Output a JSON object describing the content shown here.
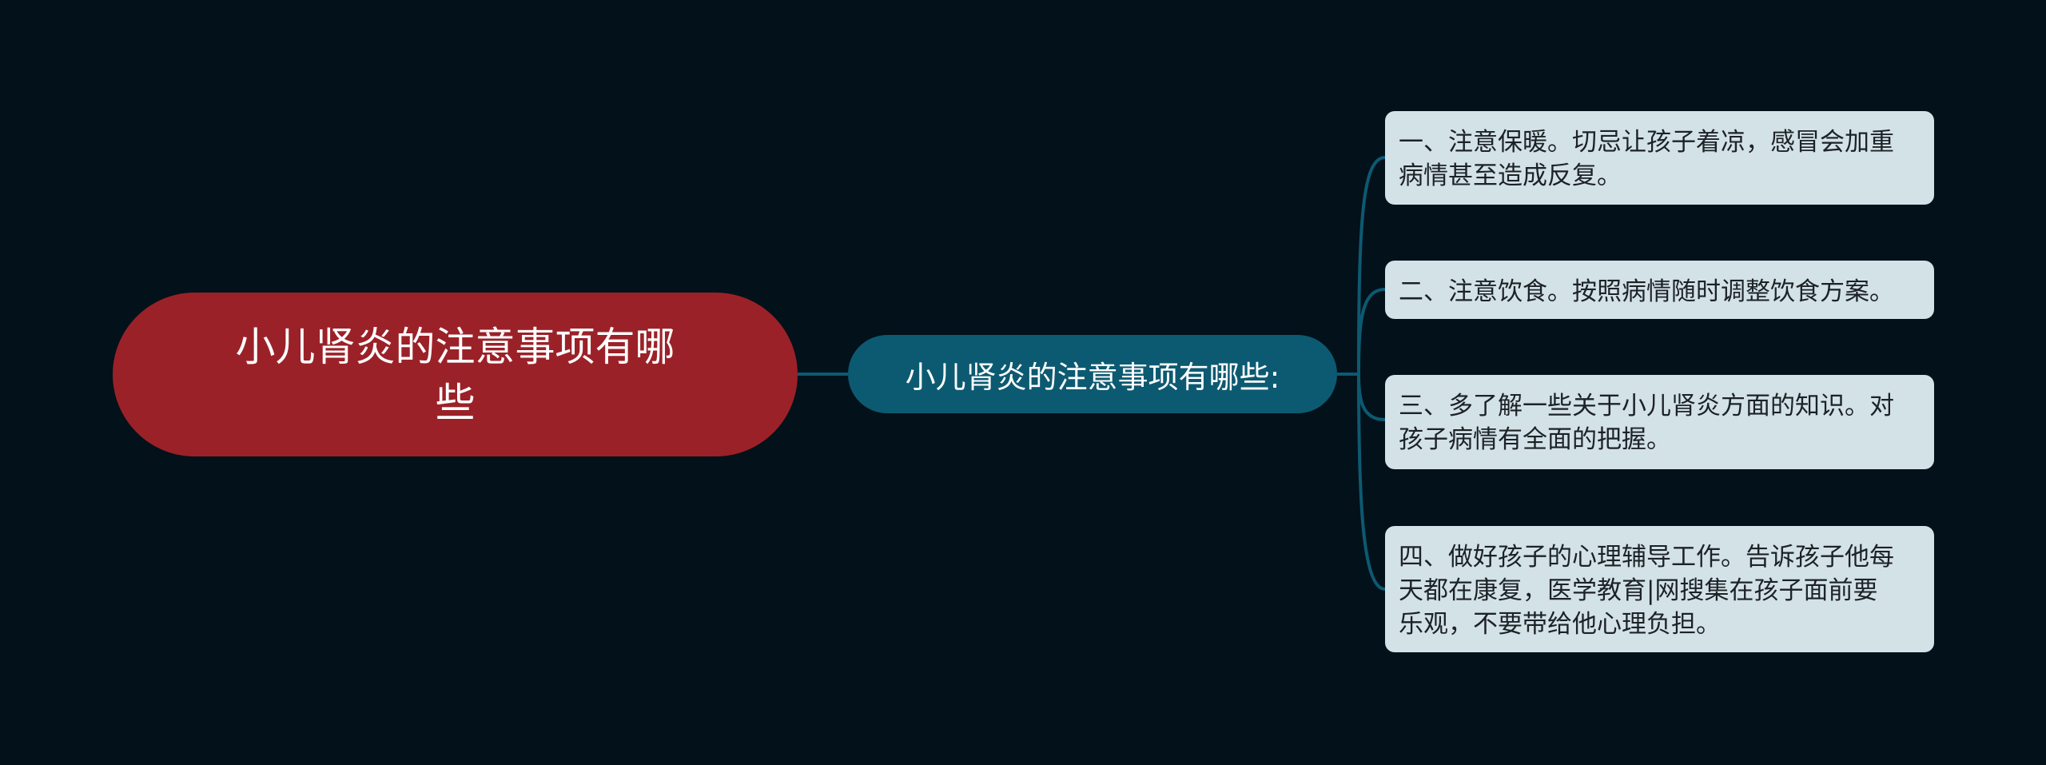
{
  "root": {
    "lines": [
      "小儿肾炎的注意事项有哪",
      "些"
    ]
  },
  "branch": {
    "label": "小儿肾炎的注意事项有哪些:"
  },
  "items": [
    {
      "lines": [
        "一、注意保暖。切忌让孩子着凉，感冒会加重",
        "病情甚至造成反复。"
      ]
    },
    {
      "lines": [
        "二、注意饮食。按照病情随时调整饮食方案。"
      ]
    },
    {
      "lines": [
        "三、多了解一些关于小儿肾炎方面的知识。对",
        "孩子病情有全面的把握。"
      ]
    },
    {
      "lines": [
        "四、做好孩子的心理辅导工作。告诉孩子他每",
        "天都在康复，医学教育|网搜集在孩子面前要",
        "乐观，不要带给他心理负担。"
      ]
    }
  ],
  "colors": {
    "background": "#03111a",
    "root_fill": "#9b2128",
    "branch_fill": "#0c5a71",
    "leaf_fill": "#d3e2e7",
    "connector": "#0c5a71"
  }
}
